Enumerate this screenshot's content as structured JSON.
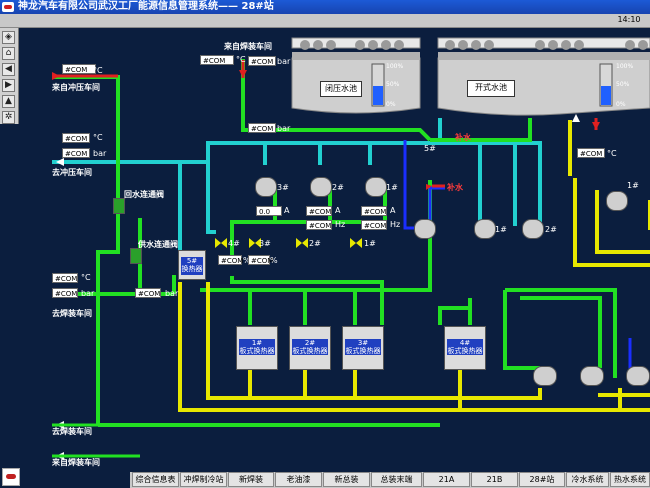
{
  "window": {
    "title": "神龙汽车有限公司武汉工厂能源信息管理系统—— 28#站"
  },
  "topbar": {
    "clock": "14:10"
  },
  "colors": {
    "background": "#0b1e3e",
    "green": "#22e022",
    "cyan": "#22d0d0",
    "yellow": "#e8e800",
    "blue": "#1a2eff",
    "red": "#e02020"
  },
  "toolbar": {
    "icons": [
      "pin-icon",
      "home-icon",
      "back-icon",
      "forward-icon",
      "up-icon",
      "settings-icon"
    ]
  },
  "pipes": {
    "from_weld_top": "来自焊装车间",
    "from_stamp": "来自冲压车间",
    "to_stamp": "去冲压车间",
    "to_weld_1": "去焊装车间",
    "to_weld_2": "去焊装车间",
    "from_weld_bottom": "来自焊装车间",
    "return_valve": "回水连通阀",
    "supply_valve": "供水连通阀",
    "makeup_water_1": "补水",
    "makeup_water_2": "补水"
  },
  "tanks": {
    "closed": "闭压水池",
    "open": "开式水池",
    "pct_100": "100%",
    "pct_50": "50%",
    "pct_0": "0%"
  },
  "values": {
    "v_temp_top_weld": "#COM",
    "v_temp_left": "#COM",
    "v_bar_top1": "#COM",
    "v_bar_mid": "#COM",
    "v_temp_stamp": "#COM",
    "v_bar_stamp": "#COM",
    "v_temp_weld": "#COM",
    "v_bar_weld": "#COM",
    "v_bar_weld2": "#COM",
    "v_pump3_a": "0.0",
    "v_pump2_a": "#COM",
    "v_pump2_hz": "#COM",
    "v_pump1_a": "#COM",
    "v_pump1_hz": "#COM",
    "v_valve4": "#COM",
    "v_valve3": "#COM",
    "v_right": "#COM"
  },
  "units": {
    "c": "°C",
    "bar": "bar",
    "a": "A",
    "hz": "Hz",
    "pct": "%"
  },
  "pumps": {
    "p3": "3#",
    "p2": "2#",
    "p1": "1#",
    "p1b": "1#",
    "p2b": "2#",
    "p1r": "1#"
  },
  "valves": {
    "v5": "5#",
    "v4": "4#",
    "v3": "3#",
    "v2": "2#",
    "v1": "1#"
  },
  "exchangers": {
    "hx5": "5#\n换热器",
    "hx1": "1#\n板式换热器",
    "hx2": "2#\n板式换热器",
    "hx3": "3#\n板式换热器",
    "hx4": "4#\n板式换热器"
  },
  "tabs": [
    "综合信息表",
    "冲焊制冷站",
    "新焊装",
    "老油漆",
    "新总装",
    "总装末端",
    "21A",
    "21B",
    "28#站",
    "冷水系统",
    "热水系统"
  ]
}
